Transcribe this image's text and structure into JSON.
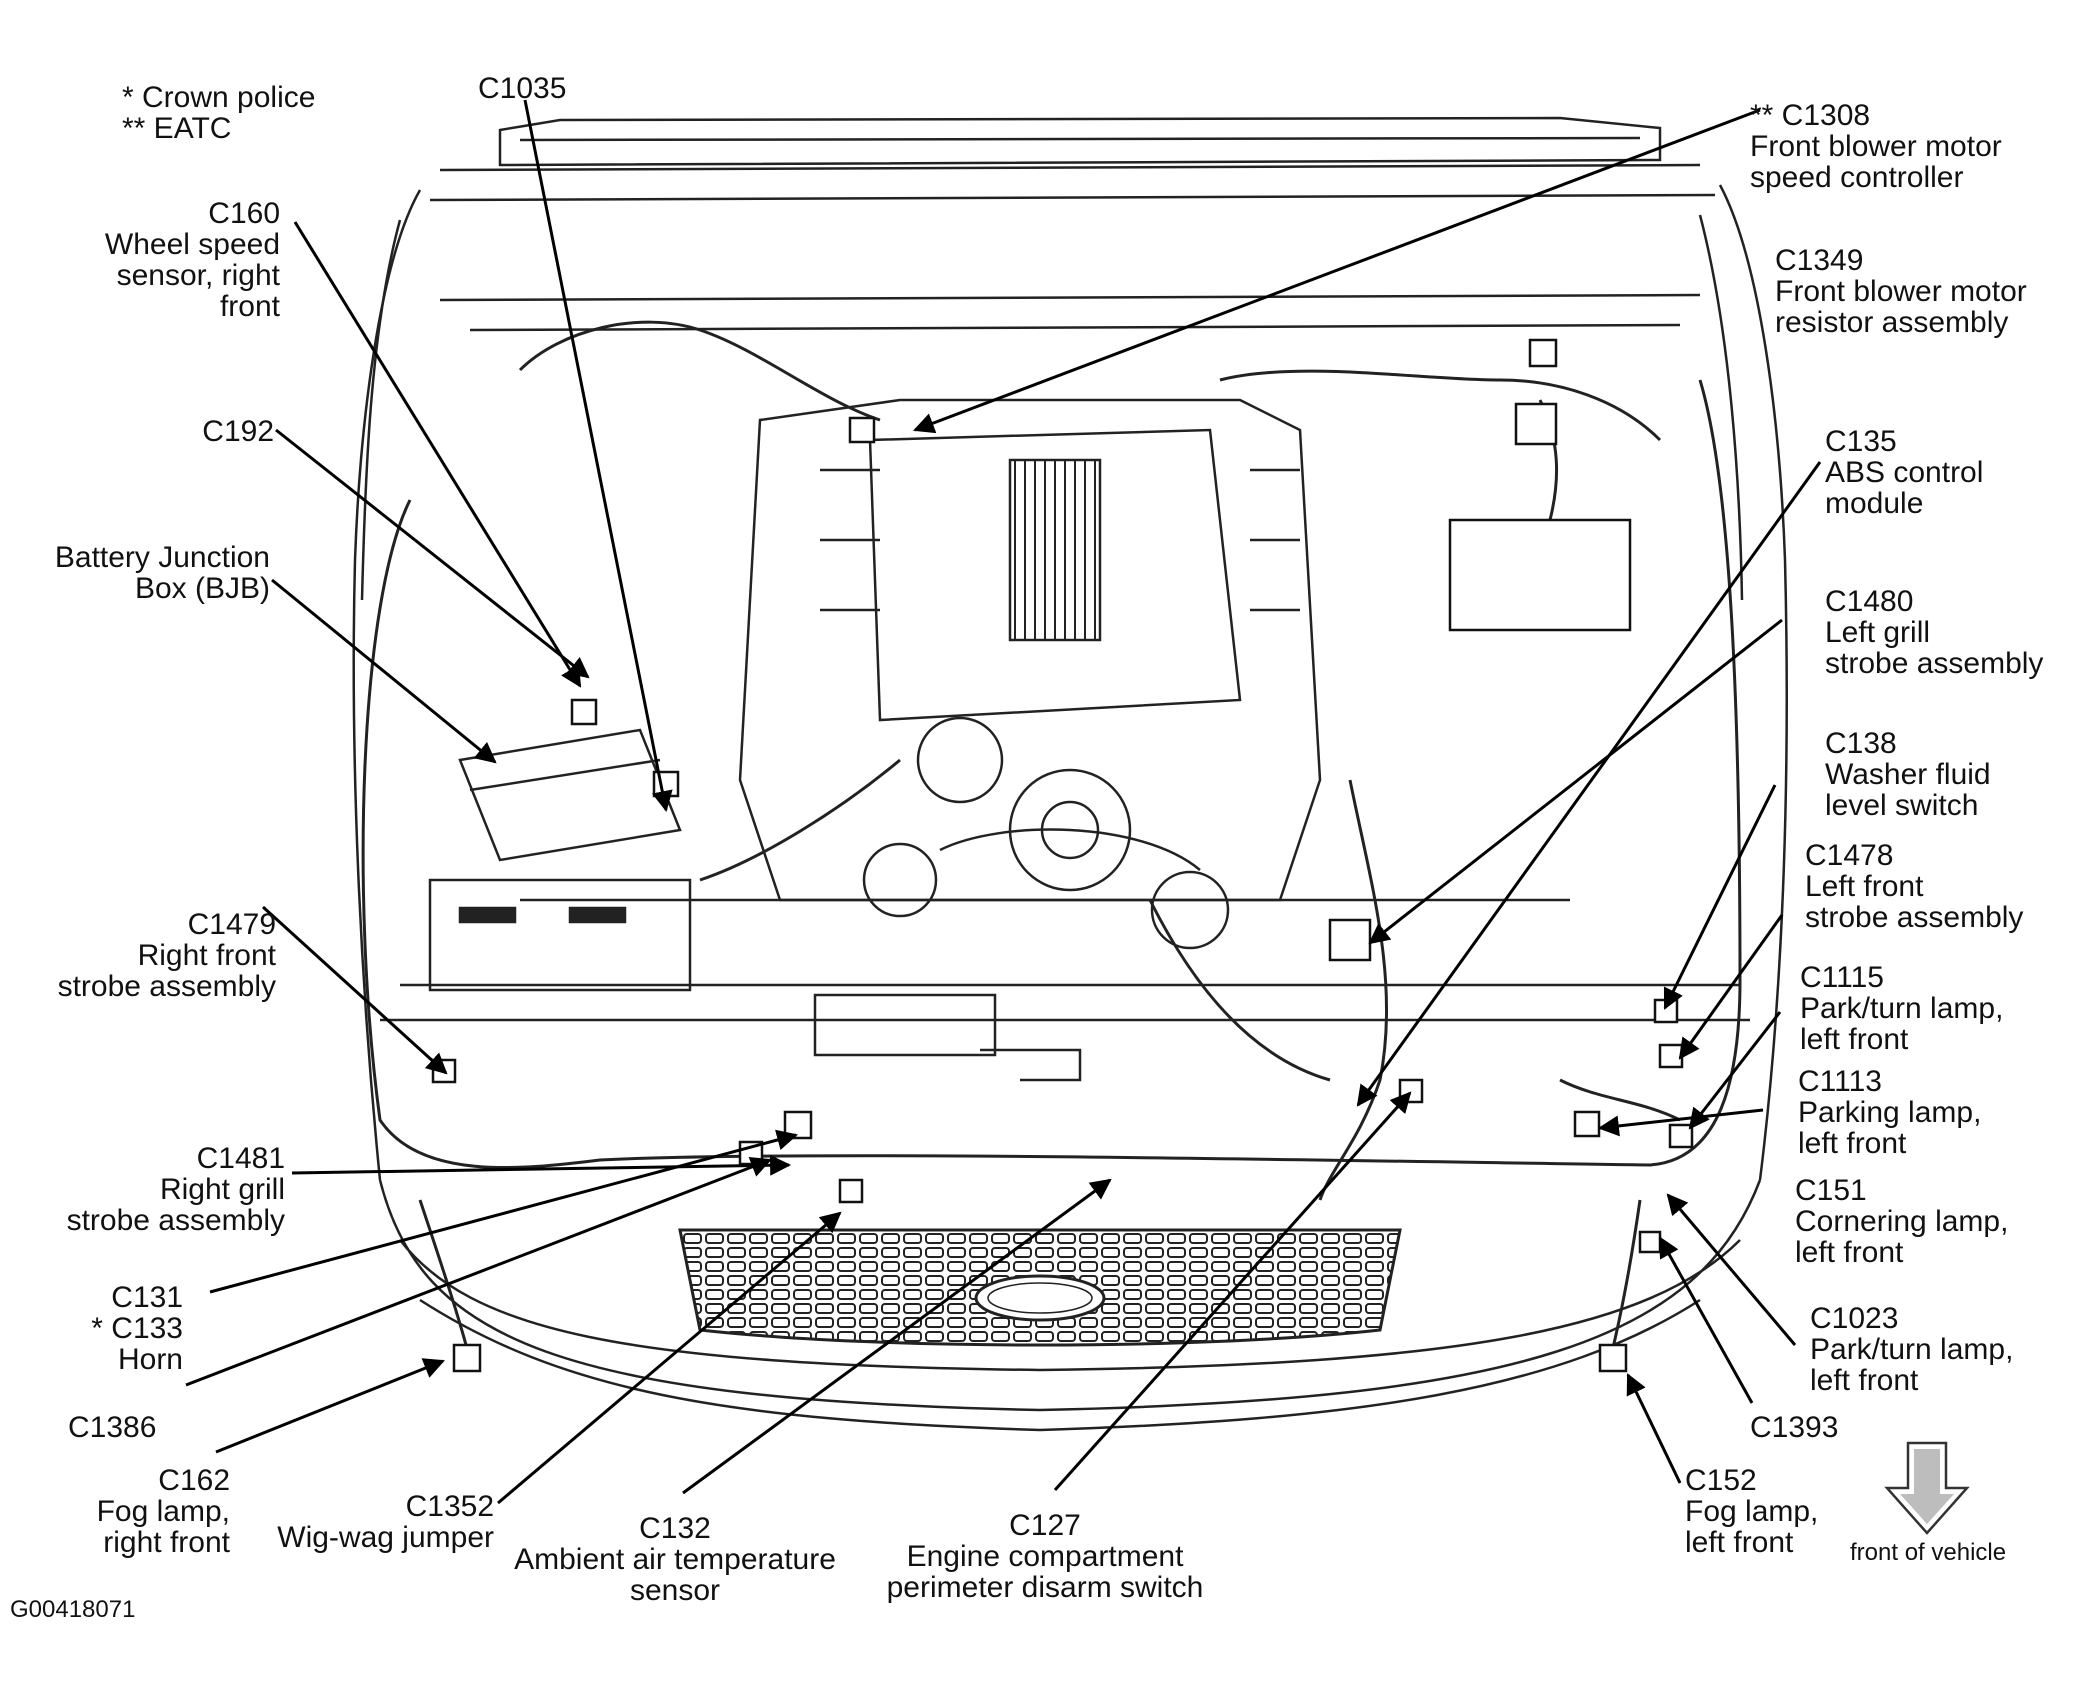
{
  "legend": {
    "crown_police": "* Crown police",
    "eatc": "** EATC"
  },
  "figure_id": "G00418071",
  "front_of_vehicle": "front of vehicle",
  "labels": {
    "c1035": {
      "l1": "C1035"
    },
    "c160": {
      "l1": "C160",
      "l2": "Wheel speed",
      "l3": "sensor, right",
      "l4": "front"
    },
    "c192": {
      "l1": "C192"
    },
    "bjb": {
      "l1": "Battery Junction",
      "l2": "Box (BJB)"
    },
    "c1479": {
      "l1": "C1479",
      "l2": "Right front",
      "l3": "strobe assembly"
    },
    "c1481": {
      "l1": "C1481",
      "l2": "Right grill",
      "l3": "strobe assembly"
    },
    "c131": {
      "l1": "C131",
      "l2": "* C133",
      "l3": "Horn"
    },
    "c1386": {
      "l1": "C1386"
    },
    "c162": {
      "l1": "C162",
      "l2": "Fog lamp,",
      "l3": "right front"
    },
    "c1352": {
      "l1": "C1352",
      "l2": "Wig-wag jumper"
    },
    "c132": {
      "l1": "C132",
      "l2": "Ambient air temperature",
      "l3": "sensor"
    },
    "c127": {
      "l1": "C127",
      "l2": "Engine compartment",
      "l3": "perimeter disarm switch"
    },
    "c152": {
      "l1": "C152",
      "l2": "Fog lamp,",
      "l3": "left front"
    },
    "c1393": {
      "l1": "C1393"
    },
    "c1308": {
      "l1": "** C1308",
      "l2": "Front blower motor",
      "l3": "speed controller"
    },
    "c1349": {
      "l1": "C1349",
      "l2": "Front blower motor",
      "l3": "resistor assembly"
    },
    "c135": {
      "l1": "C135",
      "l2": "ABS control",
      "l3": "module"
    },
    "c1480": {
      "l1": "C1480",
      "l2": "Left grill",
      "l3": "strobe assembly"
    },
    "c138": {
      "l1": "C138",
      "l2": "Washer fluid",
      "l3": "level switch"
    },
    "c1478": {
      "l1": "C1478",
      "l2": "Left front",
      "l3": "strobe assembly"
    },
    "c1115": {
      "l1": "C1115",
      "l2": "Park/turn lamp,",
      "l3": "left front"
    },
    "c1113": {
      "l1": "C1113",
      "l2": "Parking lamp,",
      "l3": "left front"
    },
    "c151": {
      "l1": "C151",
      "l2": "Cornering lamp,",
      "l3": "left front"
    },
    "c1023": {
      "l1": "C1023",
      "l2": "Park/turn lamp,",
      "l3": "left front"
    }
  }
}
